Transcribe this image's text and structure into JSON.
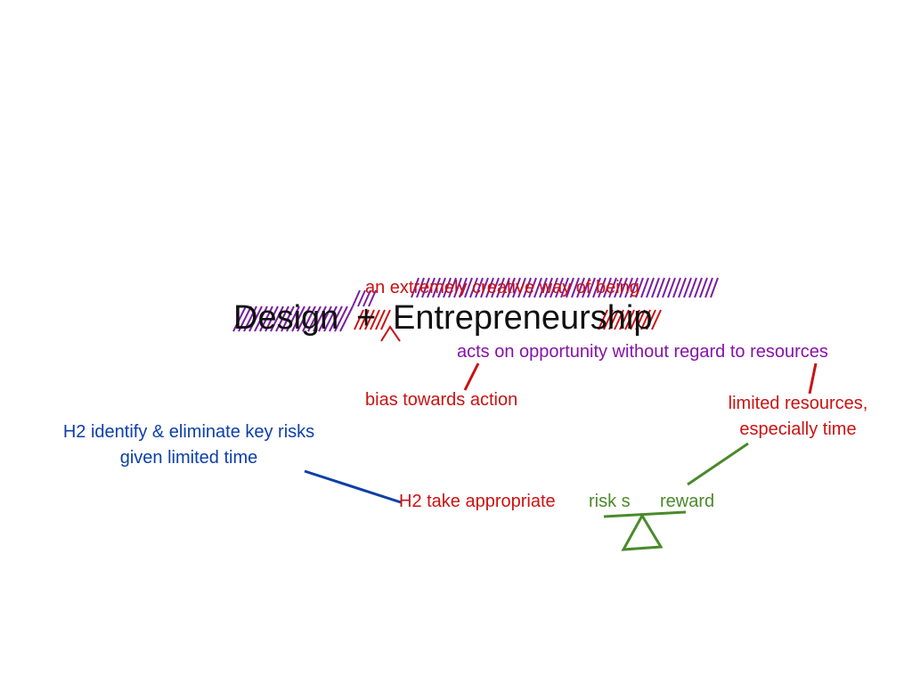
{
  "slide": {
    "title_design": "Design",
    "title_plus": "+",
    "title_entrepreneurship": "Entrepreneurship",
    "scribble_top": "an extremely creative way of being",
    "acts_on_opportunity": "acts on opportunity without regard to resources",
    "bias_towards_action": "bias towards action",
    "limited_resources_line1": "limited resources,",
    "limited_resources_line2": "especially time",
    "h2_identify_line1": "H2 identify & eliminate key risks",
    "h2_identify_line2": "given limited time",
    "h2_take_appropriate": "H2 take appropriate",
    "risk_s": "risk s",
    "reward": "reward"
  },
  "colors": {
    "red": "#cc1111",
    "purple": "#8811aa",
    "blue": "#0b3fa8",
    "green": "#4a8a2a",
    "black": "#111111"
  }
}
